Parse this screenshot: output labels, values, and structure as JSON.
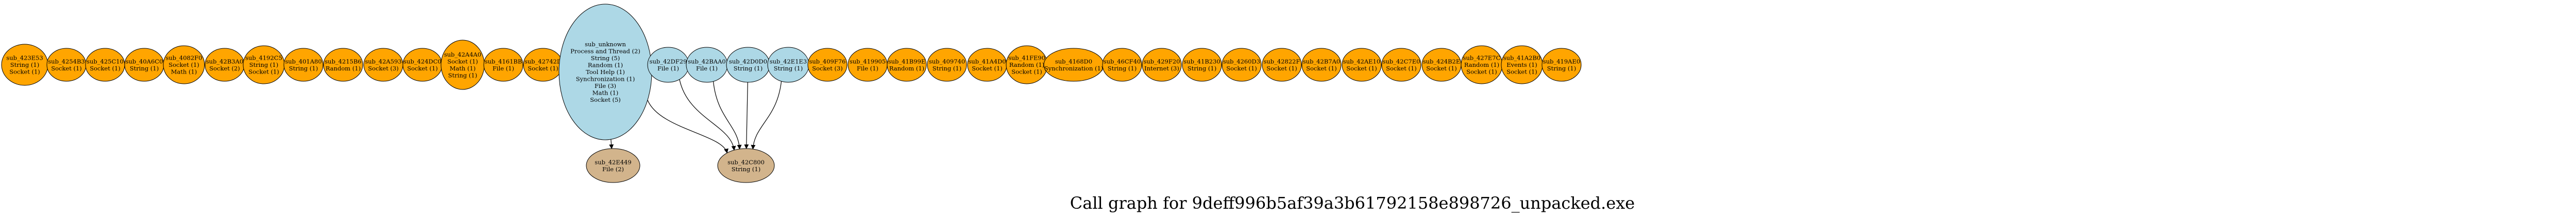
{
  "title": "Call graph for 9deff996b5af39a3b61792158e898726_unpacked.exe",
  "colors": {
    "orange": "#ffa500",
    "blue": "#add8e6",
    "tan": "#d2b48c",
    "stroke": "#000000",
    "edge": "#000000"
  },
  "nodes": [
    {
      "id": "n01",
      "color": "orange",
      "lines": [
        "sub_423E53",
        "String (1)",
        "Socket (1)"
      ]
    },
    {
      "id": "n02",
      "color": "orange",
      "lines": [
        "sub_4254B3",
        "Socket (1)"
      ]
    },
    {
      "id": "n03",
      "color": "orange",
      "lines": [
        "sub_425C10",
        "Socket (1)"
      ]
    },
    {
      "id": "n04",
      "color": "orange",
      "lines": [
        "sub_40A6C0",
        "String (1)"
      ]
    },
    {
      "id": "n05",
      "color": "orange",
      "lines": [
        "sub_4082F0",
        "Socket (1)",
        "Math (1)"
      ]
    },
    {
      "id": "n06",
      "color": "orange",
      "lines": [
        "sub_42B3A0",
        "Socket (2)"
      ]
    },
    {
      "id": "n07",
      "color": "orange",
      "lines": [
        "sub_4192C5",
        "String (1)",
        "Socket (1)"
      ]
    },
    {
      "id": "n08",
      "color": "orange",
      "lines": [
        "sub_401A80",
        "String (1)"
      ]
    },
    {
      "id": "n09",
      "color": "orange",
      "lines": [
        "sub_4215B6",
        "Random (1)"
      ]
    },
    {
      "id": "n10",
      "color": "orange",
      "lines": [
        "sub_42A593",
        "Socket (3)"
      ]
    },
    {
      "id": "n11",
      "color": "orange",
      "lines": [
        "sub_424DC0",
        "Socket (1)"
      ]
    },
    {
      "id": "n12",
      "color": "orange",
      "lines": [
        "sub_42A4A0",
        "Socket (1)",
        "Math (1)",
        "String (1)"
      ]
    },
    {
      "id": "n13",
      "color": "orange",
      "lines": [
        "sub_4161BB",
        "File (1)"
      ]
    },
    {
      "id": "n14",
      "color": "orange",
      "lines": [
        "sub_42742D",
        "Socket (1)"
      ]
    },
    {
      "id": "n15",
      "color": "blue",
      "lines": [
        "sub_unknown",
        "Process and Thread (2)",
        "String (5)",
        "Random (1)",
        "Tool Help (1)",
        "Synchronization (1)",
        "File (3)",
        "Math (1)",
        "Socket (5)"
      ]
    },
    {
      "id": "n16",
      "color": "blue",
      "lines": [
        "sub_42DF29",
        "File (1)"
      ]
    },
    {
      "id": "n17",
      "color": "blue",
      "lines": [
        "sub_42BAA0",
        "File (1)"
      ]
    },
    {
      "id": "n18",
      "color": "blue",
      "lines": [
        "sub_42D0D0",
        "String (1)"
      ]
    },
    {
      "id": "n19",
      "color": "blue",
      "lines": [
        "sub_42E1E3",
        "String (1)"
      ]
    },
    {
      "id": "n20",
      "color": "orange",
      "lines": [
        "sub_409F76",
        "Socket (3)"
      ]
    },
    {
      "id": "n21",
      "color": "orange",
      "lines": [
        "sub_419905",
        "File (1)"
      ]
    },
    {
      "id": "n22",
      "color": "orange",
      "lines": [
        "sub_41B99E",
        "Random (1)"
      ]
    },
    {
      "id": "n23",
      "color": "orange",
      "lines": [
        "sub_409740",
        "String (1)"
      ]
    },
    {
      "id": "n24",
      "color": "orange",
      "lines": [
        "sub_41A4D0",
        "Socket (1)"
      ]
    },
    {
      "id": "n25",
      "color": "orange",
      "lines": [
        "sub_41FE90",
        "Random (1)",
        "Socket (1)"
      ]
    },
    {
      "id": "n26",
      "color": "orange",
      "lines": [
        "sub_4168D0",
        "Synchronization (1)"
      ]
    },
    {
      "id": "n27",
      "color": "orange",
      "lines": [
        "sub_46CF40",
        "String (1)"
      ]
    },
    {
      "id": "n28",
      "color": "orange",
      "lines": [
        "sub_429F20",
        "Internet (3)"
      ]
    },
    {
      "id": "n29",
      "color": "orange",
      "lines": [
        "sub_41B230",
        "String (1)"
      ]
    },
    {
      "id": "n30",
      "color": "orange",
      "lines": [
        "sub_4260D3",
        "Socket (1)"
      ]
    },
    {
      "id": "n31",
      "color": "orange",
      "lines": [
        "sub_42822F",
        "Socket (1)"
      ]
    },
    {
      "id": "n32",
      "color": "orange",
      "lines": [
        "sub_42B7A0",
        "Socket (1)"
      ]
    },
    {
      "id": "n33",
      "color": "orange",
      "lines": [
        "sub_42AE10",
        "Socket (1)"
      ]
    },
    {
      "id": "n34",
      "color": "orange",
      "lines": [
        "sub_42C7E0",
        "Socket (1)"
      ]
    },
    {
      "id": "n35",
      "color": "orange",
      "lines": [
        "sub_424B2E",
        "Socket (1)"
      ]
    },
    {
      "id": "n36",
      "color": "orange",
      "lines": [
        "sub_427E7C",
        "Random (1)",
        "Socket (1)"
      ]
    },
    {
      "id": "n37",
      "color": "orange",
      "lines": [
        "sub_41A2B0",
        "Events (1)",
        "Socket (1)"
      ]
    },
    {
      "id": "n38",
      "color": "orange",
      "lines": [
        "sub_419AE0",
        "String (1)"
      ]
    },
    {
      "id": "n39",
      "color": "tan",
      "lines": [
        "sub_42E449",
        "File (2)"
      ]
    },
    {
      "id": "n40",
      "color": "tan",
      "lines": [
        "sub_42C800",
        "String (1)"
      ]
    }
  ],
  "edges": [
    [
      "n15",
      "n39"
    ],
    [
      "n15",
      "n40"
    ],
    [
      "n16",
      "n40"
    ],
    [
      "n17",
      "n40"
    ],
    [
      "n18",
      "n40"
    ],
    [
      "n19",
      "n40"
    ]
  ]
}
